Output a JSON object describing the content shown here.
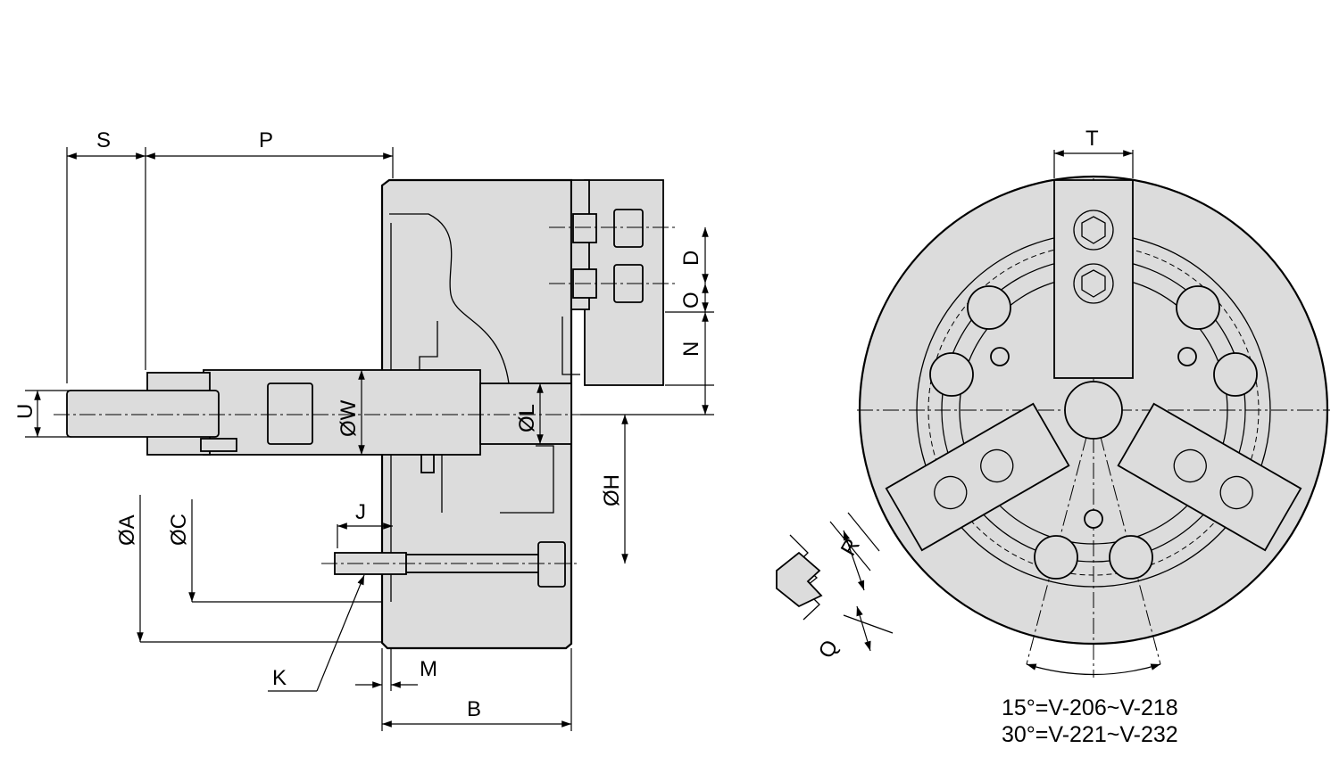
{
  "dimension_labels": {
    "S": "S",
    "P": "P",
    "U": "U",
    "W": "ØW",
    "L": "ØL",
    "D": "D",
    "O": "O",
    "N": "N",
    "H": "ØH",
    "J": "J",
    "A": "ØA",
    "C": "ØC",
    "K": "K",
    "M": "M",
    "B": "B",
    "T": "T",
    "R": "R",
    "Q": "Q"
  },
  "notes": {
    "line1": "15°=V-206~V-218",
    "line2": "30°=V-221~V-232"
  },
  "colors": {
    "fill": "#dcdcdc",
    "line": "#000000"
  }
}
